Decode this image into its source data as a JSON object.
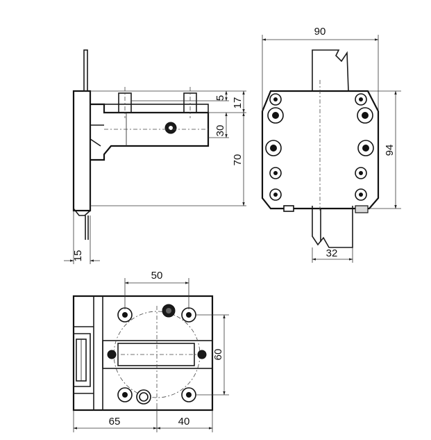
{
  "dimensions": {
    "top_width": "90",
    "right_height": "94",
    "side_5": "5",
    "side_17": "17",
    "side_30": "30",
    "side_70": "70",
    "side_15": "15",
    "bottom_32": "32",
    "plan_50": "50",
    "plan_60": "60",
    "plan_65": "65",
    "plan_40": "40"
  }
}
